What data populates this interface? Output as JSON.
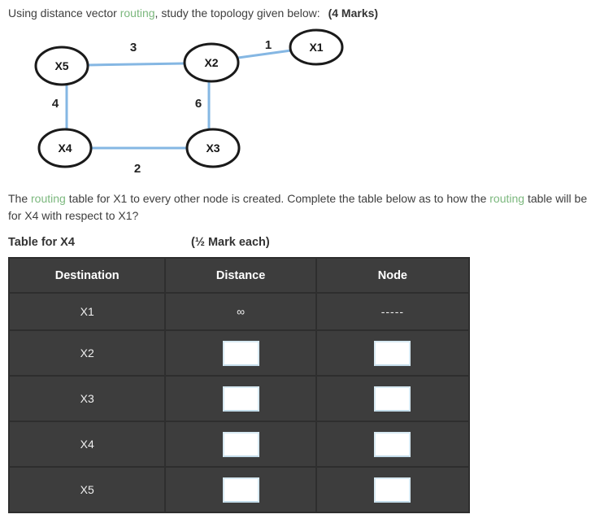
{
  "colors": {
    "link_green": "#7cb87e",
    "edge_blue": "#85b7e3",
    "node_stroke": "#1a1a1a",
    "table_background": "#3d3d3d",
    "table_text": "#f0f0f0"
  },
  "intro": {
    "pre": "Using distance vector ",
    "routing": "routing",
    "mid": ", study the topology given below: ",
    "marks": "(4 Marks)"
  },
  "diagram": {
    "nodes": [
      {
        "id": "X1",
        "label": "X1"
      },
      {
        "id": "X2",
        "label": "X2"
      },
      {
        "id": "X3",
        "label": "X3"
      },
      {
        "id": "X4",
        "label": "X4"
      },
      {
        "id": "X5",
        "label": "X5"
      }
    ],
    "edges": [
      {
        "from": "X5",
        "to": "X2",
        "weight": "3"
      },
      {
        "from": "X2",
        "to": "X1",
        "weight": "1"
      },
      {
        "from": "X5",
        "to": "X4",
        "weight": "4"
      },
      {
        "from": "X2",
        "to": "X3",
        "weight": "6"
      },
      {
        "from": "X4",
        "to": "X3",
        "weight": "2"
      }
    ]
  },
  "question": {
    "p1": "The ",
    "routing1": "routing",
    "p2": " table for X1 to every other node is created. Complete the table below as to how the ",
    "routing2": "routing",
    "p3": " table will be for X4 with respect to X1?"
  },
  "caption": {
    "title": "Table for X4",
    "marks": "(½ Mark each)"
  },
  "table": {
    "headers": [
      "Destination",
      "Distance",
      "Node"
    ],
    "rows": [
      {
        "destination": "X1",
        "distance": "∞",
        "node": "-----"
      },
      {
        "destination": "X2",
        "distance_input": "",
        "node_input": ""
      },
      {
        "destination": "X3",
        "distance_input": "",
        "node_input": ""
      },
      {
        "destination": "X4",
        "distance_input": "",
        "node_input": ""
      },
      {
        "destination": "X5",
        "distance_input": "",
        "node_input": ""
      }
    ]
  }
}
